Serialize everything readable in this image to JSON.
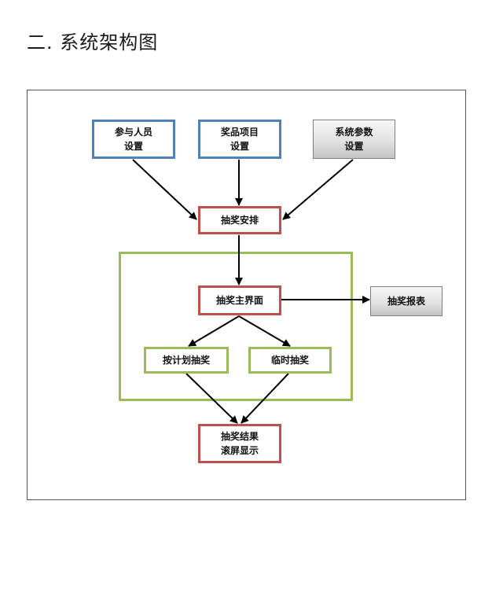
{
  "page": {
    "heading": "二. 系统架构图"
  },
  "diagram": {
    "nodes": {
      "participants": {
        "line1": "参与人员",
        "line2": "设置"
      },
      "prizes": {
        "line1": "奖品项目",
        "line2": "设置"
      },
      "params": {
        "line1": "系统参数",
        "line2": "设置"
      },
      "arrange": {
        "line1": "抽奖安排"
      },
      "main": {
        "line1": "抽奖主界面"
      },
      "report": {
        "line1": "抽奖报表"
      },
      "planned": {
        "line1": "按计划抽奖"
      },
      "instant": {
        "line1": "临时抽奖"
      },
      "result": {
        "line1": "抽奖结果",
        "line2": "滚屏显示"
      }
    },
    "edges": [
      {
        "from": "participants",
        "to": "arrange"
      },
      {
        "from": "prizes",
        "to": "arrange"
      },
      {
        "from": "params",
        "to": "arrange"
      },
      {
        "from": "arrange",
        "to": "main"
      },
      {
        "from": "main",
        "to": "report"
      },
      {
        "from": "main",
        "to": "planned"
      },
      {
        "from": "main",
        "to": "instant"
      },
      {
        "from": "planned",
        "to": "result"
      },
      {
        "from": "instant",
        "to": "result"
      }
    ],
    "colors": {
      "input_border": "#4f81bd",
      "process_border": "#c0504d",
      "mode_border": "#9bbb59",
      "group_border": "#9bbb59",
      "arrow": "#000000"
    }
  }
}
